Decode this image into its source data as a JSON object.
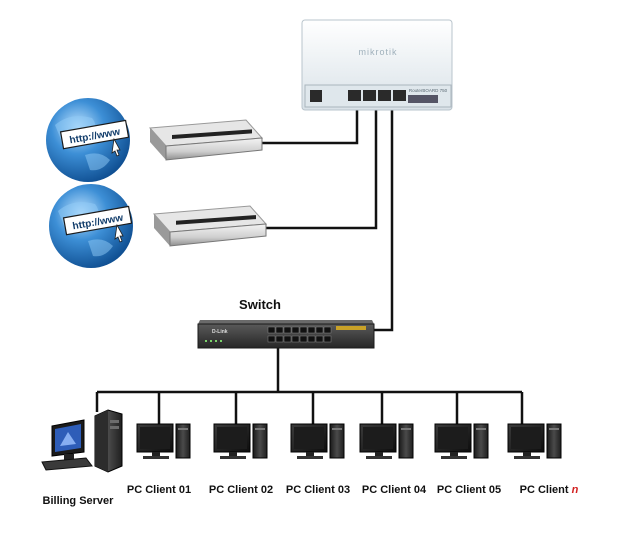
{
  "labels": {
    "switch": "Switch",
    "billing_server": "Billing Server",
    "clients": [
      "PC Client 01",
      "PC Client 02",
      "PC Client 03",
      "PC Client 04",
      "PC Client 05"
    ],
    "last_client_prefix": "PC Client",
    "last_client_suffix": "n"
  },
  "device_text": {
    "router_logo": "mikrotik",
    "router_model": "RouterBOARD 750",
    "switch_brand": "D-Link",
    "globe_url": "http://www"
  },
  "colors": {
    "cable": "#111111",
    "switch_body": "#3a3a3a",
    "router_body": "#e9eef2",
    "globe_blue": "#1f6fb8",
    "accent_red": "#d21f1f"
  }
}
